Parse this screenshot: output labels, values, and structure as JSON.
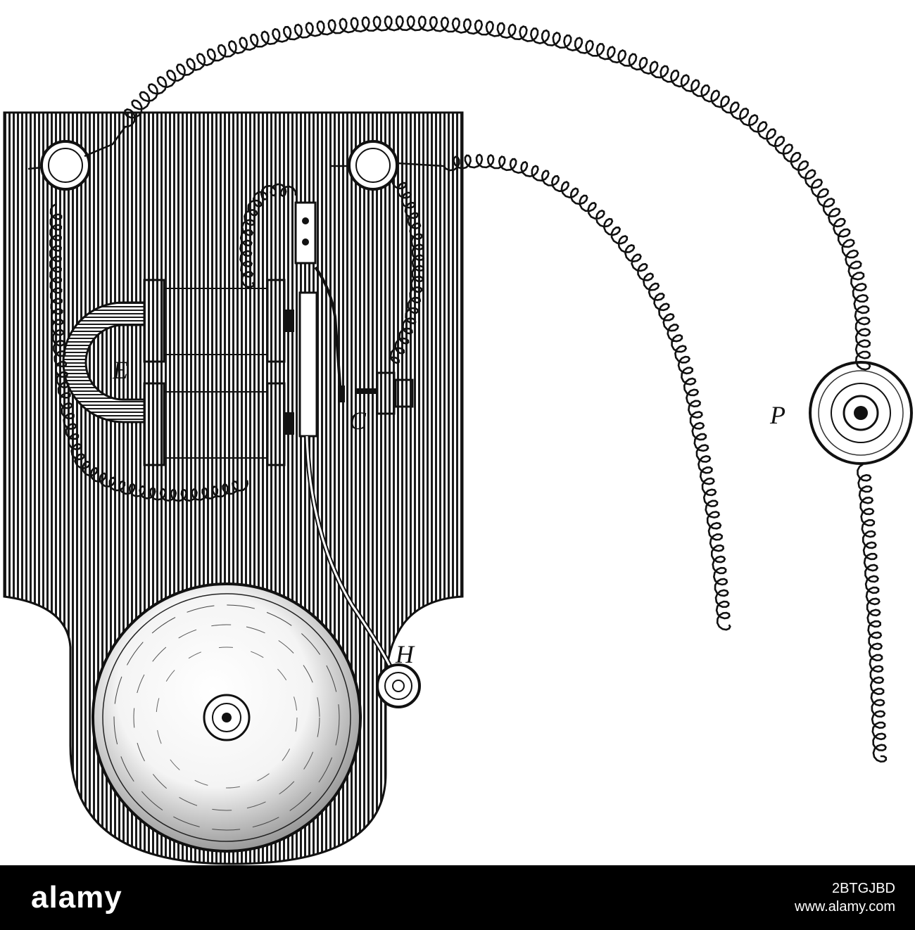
{
  "labels": {
    "magnet": "E",
    "contact": "C",
    "hammer": "H",
    "push_button": "P"
  },
  "banner": {
    "logo": "alamy",
    "image_id": "2BTGJBD",
    "url": "www.alamy.com"
  },
  "colors": {
    "ink": "#111111",
    "paper": "#ffffff",
    "banner": "#000000"
  }
}
